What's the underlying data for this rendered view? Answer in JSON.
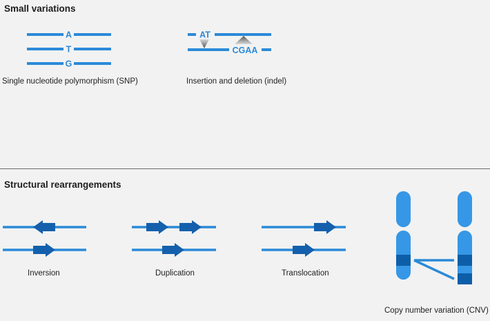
{
  "colors": {
    "strand": "#2b8ad8",
    "arrow": "#1460ac",
    "chromosome": "#3597e6",
    "band": "#0d5ea8",
    "letter": "#2b8ad8",
    "wedge_top": "#d0d0d0",
    "wedge_bottom": "#5a5a5a",
    "background": "#f2f2f2",
    "divider": "#6b6b6b"
  },
  "small_variations": {
    "title": "Small variations",
    "snp": {
      "bases": [
        "A",
        "T",
        "G"
      ],
      "caption": "Single nucleotide polymorphism (SNP)"
    },
    "indel": {
      "insertion": "AT",
      "deletion": "CGAA",
      "caption": "Insertion and deletion (indel)"
    }
  },
  "structural_rearrangements": {
    "title": "Structural rearrangements",
    "inversion": {
      "caption": "Inversion"
    },
    "duplication": {
      "caption": "Duplication"
    },
    "translocation": {
      "caption": "Translocation"
    },
    "cnv": {
      "caption": "Copy number variation (CNV)"
    }
  }
}
